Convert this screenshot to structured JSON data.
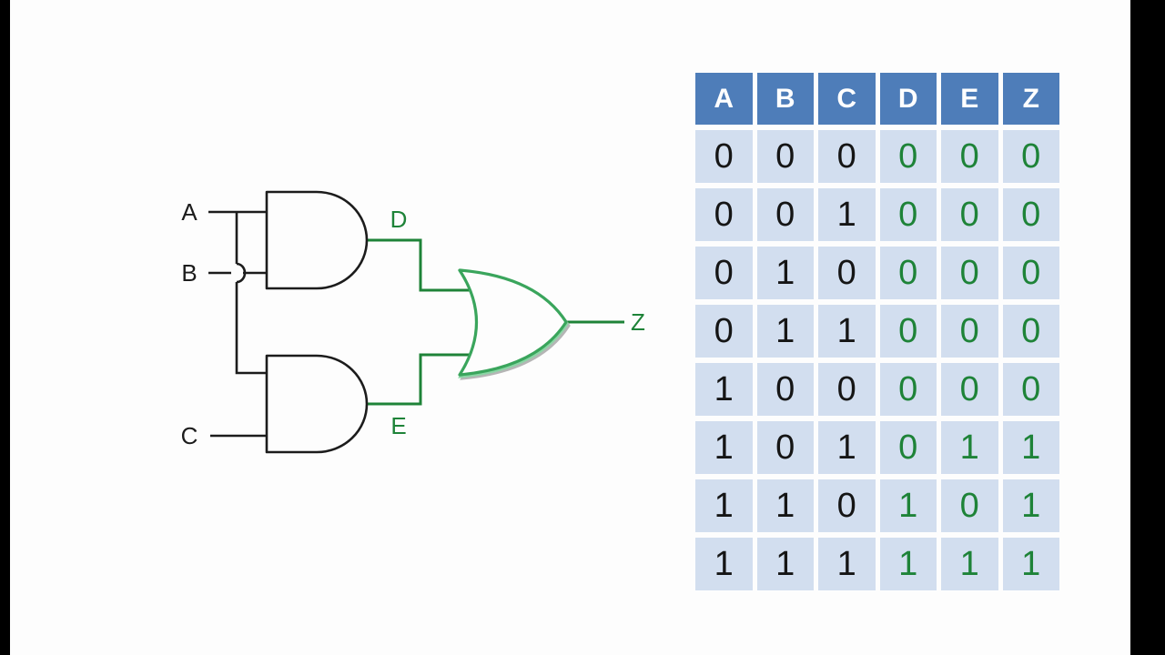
{
  "colors": {
    "page_bg": "#fdfdfd",
    "pillar": "#000000",
    "black_wire": "#1c1c1c",
    "green_wire": "#1e8338",
    "or_green": "#3aa55c",
    "or_highlight": "#8ad5a4",
    "or_shadow": "#b5b5b5",
    "header_bg": "#4e7db9",
    "header_text": "#ffffff",
    "row_bg": "#d2deef",
    "digit_black": "#151515",
    "digit_green": "#1e8338"
  },
  "circuit": {
    "labels": {
      "a": "A",
      "b": "B",
      "c": "C",
      "d": "D",
      "e": "E",
      "z": "Z"
    },
    "gates": [
      {
        "type": "AND",
        "inputs": [
          "A",
          "B"
        ],
        "output": "D"
      },
      {
        "type": "AND",
        "inputs": [
          "A",
          "C"
        ],
        "output": "E"
      },
      {
        "type": "OR",
        "inputs": [
          "D",
          "E"
        ],
        "output": "Z"
      }
    ]
  },
  "table": {
    "columns": [
      "A",
      "B",
      "C",
      "D",
      "E",
      "Z"
    ],
    "input_column_count": 3,
    "rows": [
      [
        "0",
        "0",
        "0",
        "0",
        "0",
        "0"
      ],
      [
        "0",
        "0",
        "1",
        "0",
        "0",
        "0"
      ],
      [
        "0",
        "1",
        "0",
        "0",
        "0",
        "0"
      ],
      [
        "0",
        "1",
        "1",
        "0",
        "0",
        "0"
      ],
      [
        "1",
        "0",
        "0",
        "0",
        "0",
        "0"
      ],
      [
        "1",
        "0",
        "1",
        "0",
        "1",
        "1"
      ],
      [
        "1",
        "1",
        "0",
        "1",
        "0",
        "1"
      ],
      [
        "1",
        "1",
        "1",
        "1",
        "1",
        "1"
      ]
    ]
  }
}
